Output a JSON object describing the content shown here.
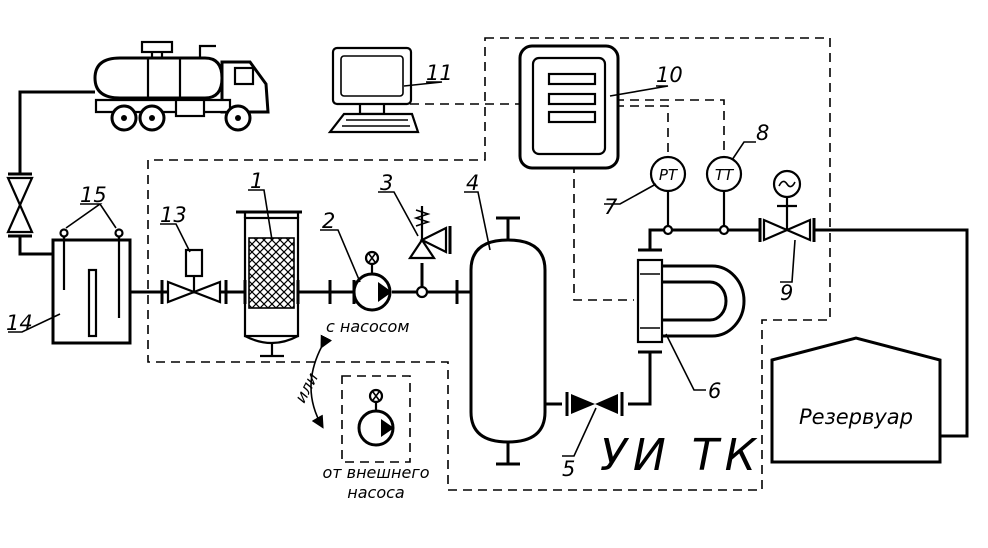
{
  "labels": {
    "pump_with": "с насосом",
    "or": "или",
    "external_line1": "от внешнего",
    "external_line2": "насоса",
    "unit_title": "УИ ТК",
    "tank": "Резервуар",
    "pt": "PT",
    "tt": "TT"
  },
  "numbers": [
    "1",
    "2",
    "3",
    "4",
    "5",
    "6",
    "7",
    "8",
    "9",
    "10",
    "11",
    "13",
    "14",
    "15"
  ]
}
